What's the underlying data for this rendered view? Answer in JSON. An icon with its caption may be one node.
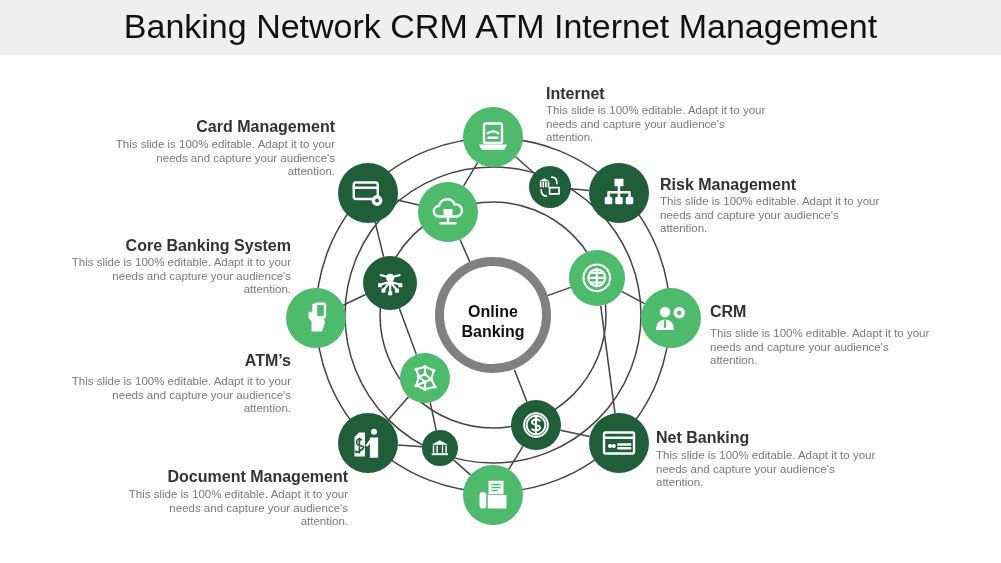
{
  "diagram": {
    "title": "Banking Network CRM ATM Internet Management",
    "nodes": [
      {
        "text": [],
        "shape": "circle"
      },
      {
        "text": [],
        "shape": "circle"
      },
      {
        "text": [],
        "shape": "circle"
      },
      {
        "text": [],
        "shape": "circle"
      },
      {
        "text": [],
        "shape": "circle"
      },
      {
        "text": [],
        "shape": "circle"
      },
      {
        "text": [],
        "shape": "circle"
      },
      {
        "text": [
          "Online Banking"
        ]
      },
      {
        "text": [],
        "shape": "circle"
      },
      {
        "text": [],
        "shape": "circle"
      },
      {
        "text": [],
        "shape": "circle"
      },
      {
        "text": [],
        "shape": "circle"
      },
      {
        "text": [],
        "shape": "circle"
      },
      {
        "text": [],
        "shape": "circle"
      },
      {
        "text": [],
        "shape": "circle"
      },
      {
        "text": [],
        "shape": "circle"
      }
    ],
    "edges": [
      {
        "from": 0,
        "to": 4,
        "arrow": "none"
      },
      {
        "from": 0,
        "to": 2,
        "arrow": "none"
      },
      {
        "from": 2,
        "to": 3,
        "arrow": "none"
      },
      {
        "from": 1,
        "to": 4,
        "arrow": "none"
      },
      {
        "from": 1,
        "to": 6,
        "arrow": "none"
      },
      {
        "from": 4,
        "to": 7,
        "arrow": "none"
      },
      {
        "from": 6,
        "to": 8,
        "arrow": "none"
      },
      {
        "from": 6,
        "to": 10,
        "arrow": "none"
      },
      {
        "from": 5,
        "to": 7,
        "arrow": "none"
      },
      {
        "from": 5,
        "to": 9,
        "arrow": "none"
      },
      {
        "from": 5,
        "to": 14,
        "arrow": "none"
      },
      {
        "from": 7,
        "to": 11,
        "arrow": "none"
      },
      {
        "from": 11,
        "to": 14,
        "arrow": "none"
      },
      {
        "from": 11,
        "to": 15,
        "arrow": "none"
      },
      {
        "from": 10,
        "to": 12,
        "arrow": "none"
      },
      {
        "from": 10,
        "to": 13,
        "arrow": "none"
      },
      {
        "from": 12,
        "to": 13,
        "arrow": "none"
      },
      {
        "from": 13,
        "to": 15,
        "arrow": "none"
      }
    ],
    "labels": [
      "Internet",
      "This slide is 100% editable. Adapt it to your needs and capture your audience's attention.",
      "Card Management",
      "This slide is 100% editable. Adapt it to your needs and capture your audience's attention.",
      "Risk Management",
      "This slide is 100% editable. Adapt it to your needs and capture your audience's attention.",
      "Core Banking System",
      "This slide is 100% editable. Adapt it to your needs and capture your audience's attention.",
      "CRM",
      "This slide is 100% editable. Adapt it to your needs and capture your audience's attention.",
      "ATM’s",
      "This slide is 100% editable. Adapt it to your needs and capture your audience's attention.",
      "Net Banking",
      "This slide is 100% editable. Adapt it to your needs and capture your audience's attention.",
      "Document Management",
      "This slide is 100% editable. Adapt it to your needs and capture your audience's attention."
    ]
  }
}
